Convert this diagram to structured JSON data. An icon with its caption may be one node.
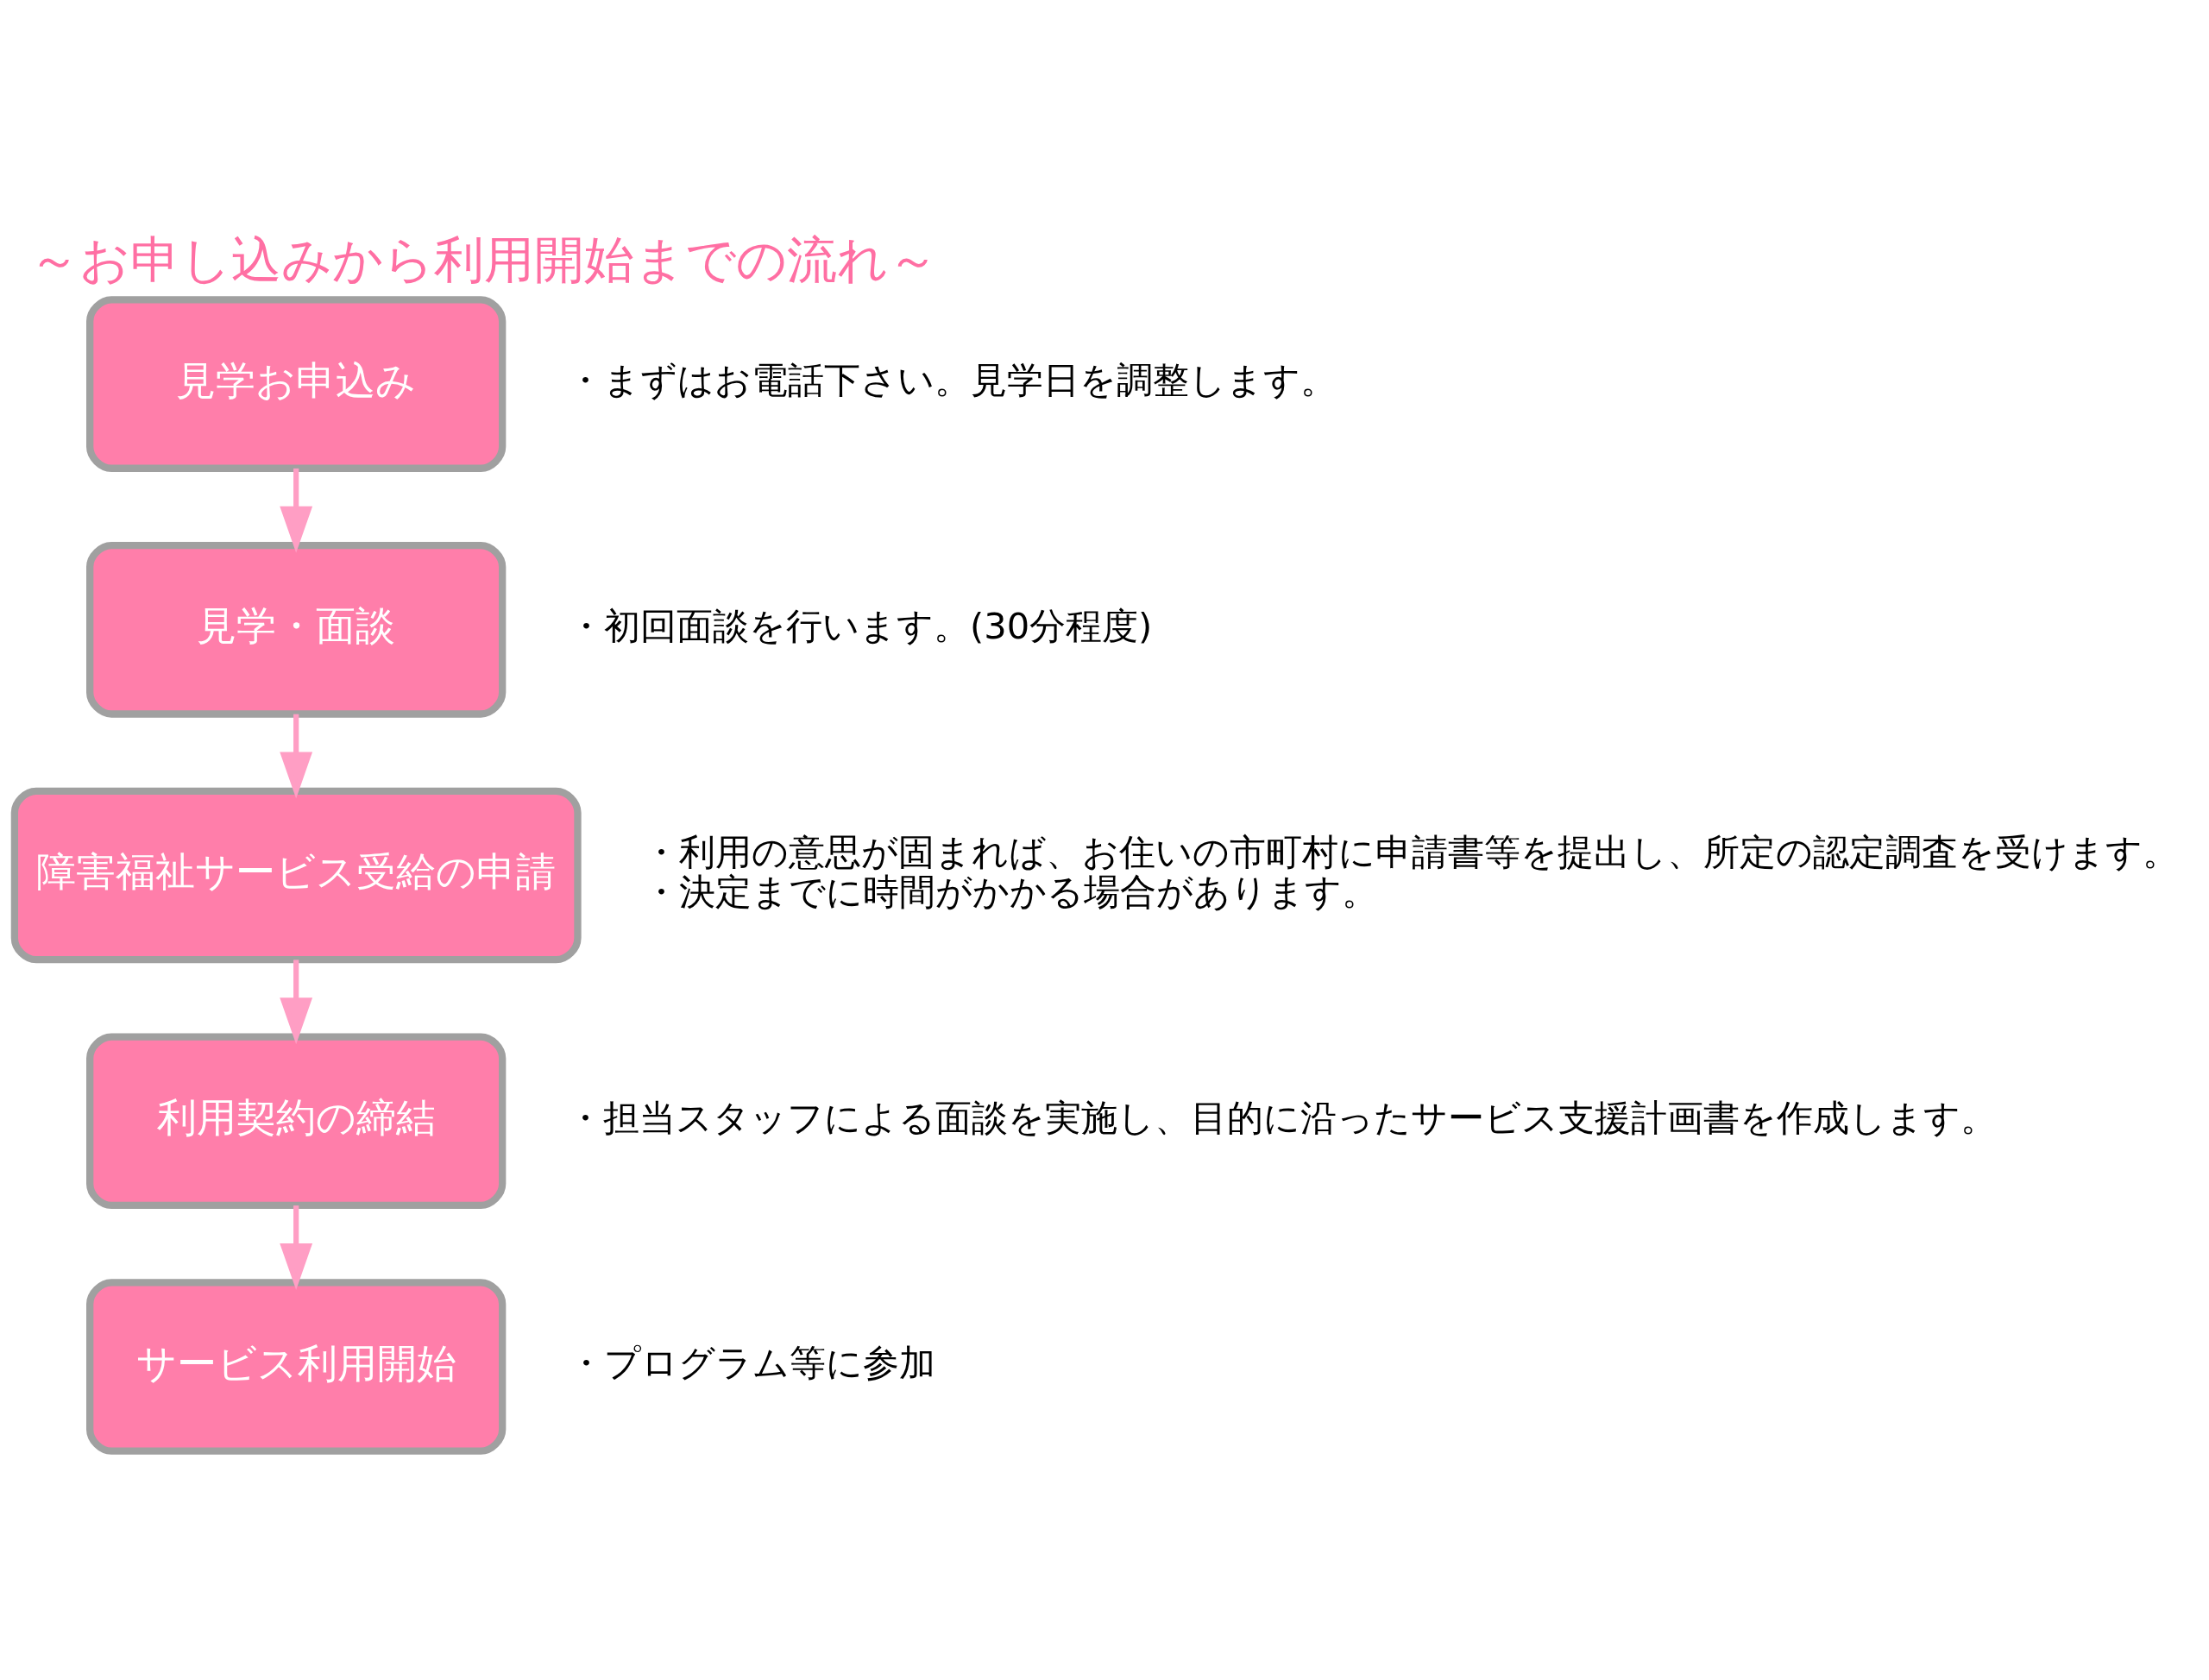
{
  "diagram": {
    "title": "～お申し込みから利用開始までの流れ～",
    "nodes": [
      {
        "text": [
          "見学お申込み"
        ],
        "beside": [
          "・まずはお電話下さい。見学日を調整します。"
        ]
      },
      {
        "text": [
          "見学・面談"
        ],
        "beside": [
          "・初回面談を行います。(30分程度)"
        ]
      },
      {
        "text": [
          "障害福祉サービス受給の申請"
        ],
        "beside": [
          "・利用の意思が固まれば、お住いの市町村に申請書等を提出し、所定の認定調査を受けます。",
          "・決定までに時間がかかる場合があります。"
        ]
      },
      {
        "text": [
          "利用契約の締結"
        ],
        "beside": [
          "・担当スタッフによる面談を実施し、目的に沿ったサービス支援計画書を作成します。"
        ]
      },
      {
        "text": [
          "サービス利用開始"
        ],
        "beside": [
          "・プログラム等に参加"
        ]
      }
    ],
    "edges": [
      {
        "from": 0,
        "to": 1,
        "arrow": "to"
      },
      {
        "from": 1,
        "to": 2,
        "arrow": "to"
      },
      {
        "from": 2,
        "to": 3,
        "arrow": "to"
      },
      {
        "from": 3,
        "to": 4,
        "arrow": "to"
      }
    ]
  }
}
